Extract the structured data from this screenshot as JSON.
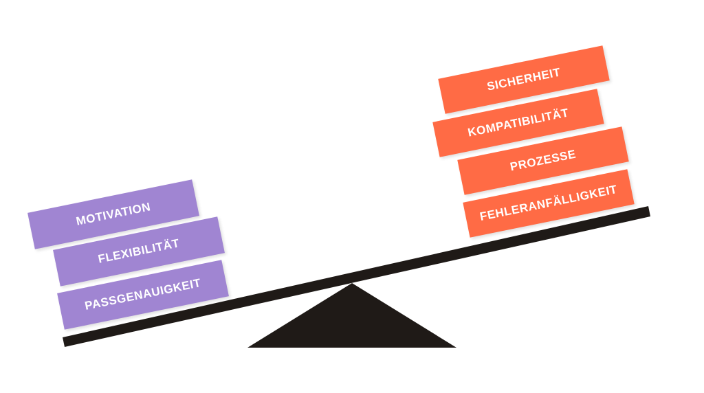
{
  "colors": {
    "left_blocks": "#a085d2",
    "right_blocks": "#ff6b45",
    "seesaw": "#1f1a17",
    "background": "#ffffff"
  },
  "left_side": {
    "items": [
      {
        "label": "MOTIVATION"
      },
      {
        "label": "FLEXIBILITÄT"
      },
      {
        "label": "PASSGENAUIGKEIT"
      }
    ]
  },
  "right_side": {
    "items": [
      {
        "label": "SICHERHEIT"
      },
      {
        "label": "KOMPATIBILITÄT"
      },
      {
        "label": "PROZESSE"
      },
      {
        "label": "FEHLERANFÄLLIGKEIT"
      }
    ]
  }
}
